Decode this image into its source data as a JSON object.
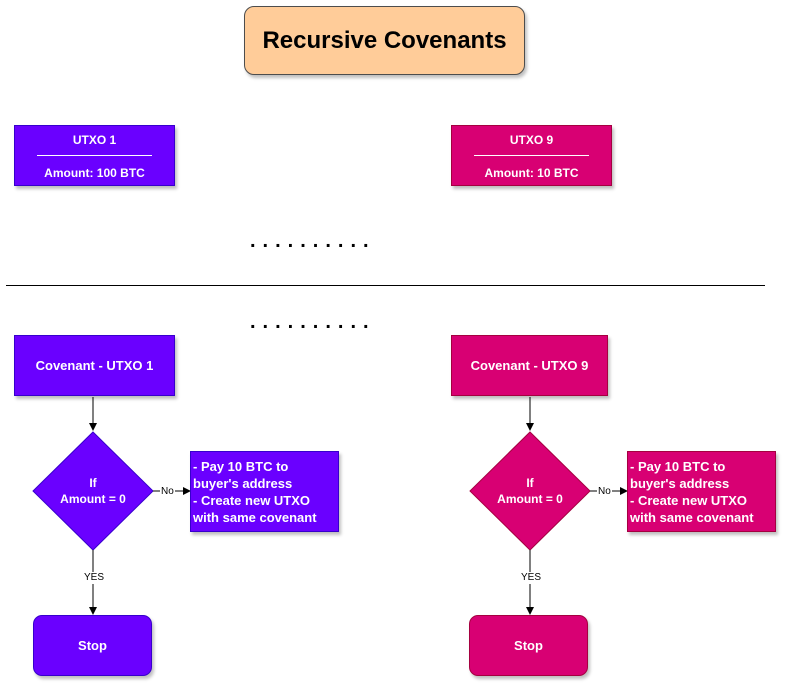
{
  "title": "Recursive Covenants",
  "colors": {
    "title_fill": "#ffcc99",
    "violet": "#6a00ff",
    "pink": "#d80073"
  },
  "ellipsis": "..........",
  "utxos": [
    {
      "name": "UTXO 1",
      "amount": "Amount: 100 BTC"
    },
    {
      "name": "UTXO 9",
      "amount": "Amount: 10 BTC"
    }
  ],
  "flows": [
    {
      "covenant": "Covenant - UTXO 1",
      "decision_line1": "If",
      "decision_line2": "Amount = 0",
      "no_label": "No",
      "yes_label": "YES",
      "action_lines": [
        "- Pay 10 BTC to",
        "buyer's address",
        "- Create new UTXO",
        "with same covenant"
      ],
      "stop": "Stop"
    },
    {
      "covenant": "Covenant - UTXO 9",
      "decision_line1": "If",
      "decision_line2": "Amount = 0",
      "no_label": "No",
      "yes_label": "YES",
      "action_lines": [
        "- Pay 10 BTC to",
        "buyer's address",
        "- Create new UTXO",
        "with same covenant"
      ],
      "stop": "Stop"
    }
  ]
}
